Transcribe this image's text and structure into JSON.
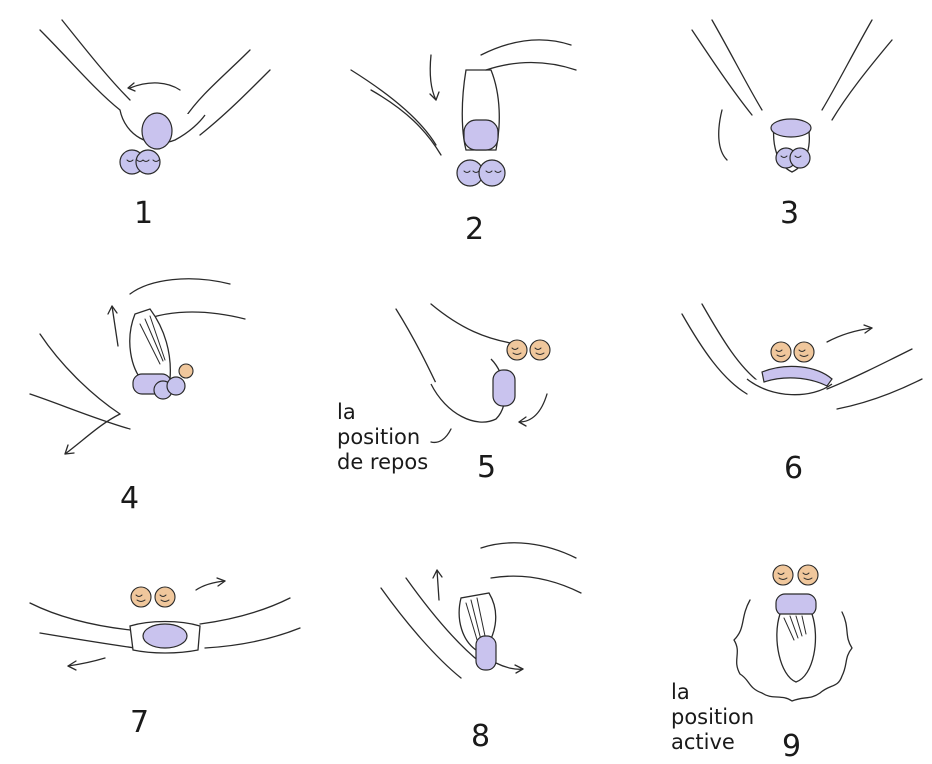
{
  "steps": [
    {
      "number": "1",
      "caption": ""
    },
    {
      "number": "2",
      "caption": ""
    },
    {
      "number": "3",
      "caption": ""
    },
    {
      "number": "4",
      "caption": ""
    },
    {
      "number": "5",
      "caption": "la\nposition\nde repos"
    },
    {
      "number": "6",
      "caption": ""
    },
    {
      "number": "7",
      "caption": ""
    },
    {
      "number": "8",
      "caption": ""
    },
    {
      "number": "9",
      "caption": "la\nposition\nactive"
    }
  ],
  "colors": {
    "ring": "#c9c3ee",
    "ball": "#c7c4ee",
    "face": "#f0c79c",
    "line": "#2a2a2a"
  }
}
